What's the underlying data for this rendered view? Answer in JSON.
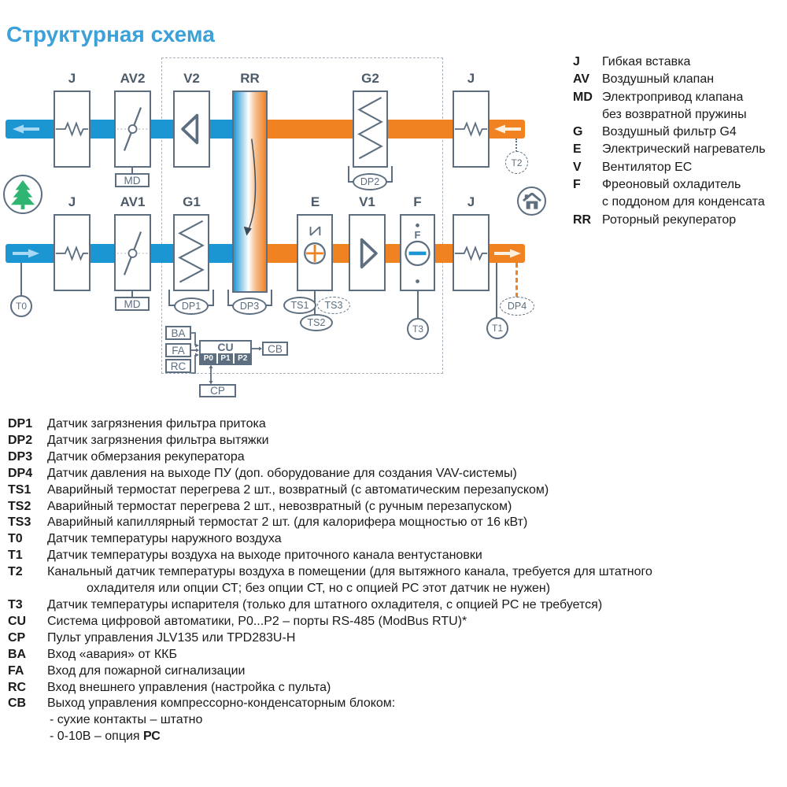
{
  "title": "Структурная схема",
  "colors": {
    "title_blue": "#3BA1D8",
    "duct_blue": "#1B96D2",
    "duct_orange": "#F08222",
    "outline_slate": "#5C6E7F",
    "tree_green": "#2FB571"
  },
  "diagram": {
    "labels": {
      "j1": "J",
      "av2": "AV2",
      "v2": "V2",
      "rr": "RR",
      "g2": "G2",
      "j2": "J",
      "j3": "J",
      "av1": "AV1",
      "g1": "G1",
      "e": "E",
      "v1": "V1",
      "f": "F",
      "j4": "J",
      "f_inner": "F"
    },
    "md": "MD",
    "sensors": {
      "t0": "T0",
      "t1": "T1",
      "t2": "T2",
      "t3": "T3",
      "dp1": "DP1",
      "dp2": "DP2",
      "dp3": "DP3",
      "dp4": "DP4",
      "ts1": "TS1",
      "ts2": "TS2",
      "ts3": "TS3"
    },
    "cu": {
      "ba": "BA",
      "fa": "FA",
      "rc": "RC",
      "cu": "CU",
      "p0": "P0",
      "p1": "P1",
      "p2": "P2",
      "cb": "CB",
      "cp": "CP"
    }
  },
  "legend_right": {
    "items": [
      {
        "term": "J",
        "desc": "Гибкая вставка"
      },
      {
        "term": "AV",
        "desc": "Воздушный клапан"
      },
      {
        "term": "MD",
        "desc": "Электропривод клапана",
        "desc2": "без возвратной пружины"
      },
      {
        "term": "G",
        "desc": "Воздушный фильтр G4"
      },
      {
        "term": "E",
        "desc": "Электрический нагреватель"
      },
      {
        "term": "V",
        "desc": "Вентилятор EC"
      },
      {
        "term": "F",
        "desc": "Фреоновый охладитель",
        "desc2": "с поддоном для конденсата"
      },
      {
        "term": "RR",
        "desc": "Роторный рекуператор"
      }
    ]
  },
  "legend_bottom": {
    "items": [
      {
        "term": "DP1",
        "desc": "Датчик загрязнения фильтра притока"
      },
      {
        "term": "DP2",
        "desc": "Датчик загрязнения фильтра вытяжки"
      },
      {
        "term": "DP3",
        "desc": "Датчик обмерзания рекуператора"
      },
      {
        "term": "DP4",
        "desc": "Датчик давления на выходе ПУ (доп. оборудование для создания VAV-системы)"
      },
      {
        "term": "TS1",
        "desc": "Аварийный термостат перегрева 2 шт., возвратный (с автоматическим перезапуском)"
      },
      {
        "term": "TS2",
        "desc": "Аварийный термостат перегрева 2 шт., невозвратный (с ручным перезапуском)"
      },
      {
        "term": "TS3",
        "desc": "Аварийный капиллярный термостат 2 шт. (для калорифера мощностью от 16 кВт)"
      },
      {
        "term": "T0",
        "desc": "Датчик температуры наружного воздуха"
      },
      {
        "term": "T1",
        "desc": "Датчик температуры воздуха на выходе приточного канала вентустановки"
      },
      {
        "term": "T2",
        "desc": "Канальный датчик температуры воздуха в помещении (для вытяжного канала, требуется для штатного"
      },
      {
        "term": "T3",
        "desc": "Датчик температуры испарителя (только для штатного охладителя, с опцией РС не требуется)"
      },
      {
        "term": "CU",
        "desc": "Система цифровой автоматики, P0...P2 – порты RS-485 (ModBus RTU)*"
      },
      {
        "term": "CP",
        "desc": "Пульт управления JLV135 или TPD283U-H"
      },
      {
        "term": "BA",
        "desc": "Вход «авария» от ККБ"
      },
      {
        "term": "FA",
        "desc": "Вход для пожарной сигнализации"
      },
      {
        "term": "RC",
        "desc": "Вход внешнего управления (настройка с пульта)"
      },
      {
        "term": "CB",
        "desc": "Выход управления компрессорно-конденсаторным блоком:"
      }
    ],
    "t2_desc2": "охладителя или опции СТ; без опции СТ, но с опцией РС этот датчик не нужен)",
    "cb_sub1": "- сухие контакты – штатно",
    "cb_sub2_prefix": "- 0-10В – опция ",
    "cb_sub2_bold": "РС"
  }
}
